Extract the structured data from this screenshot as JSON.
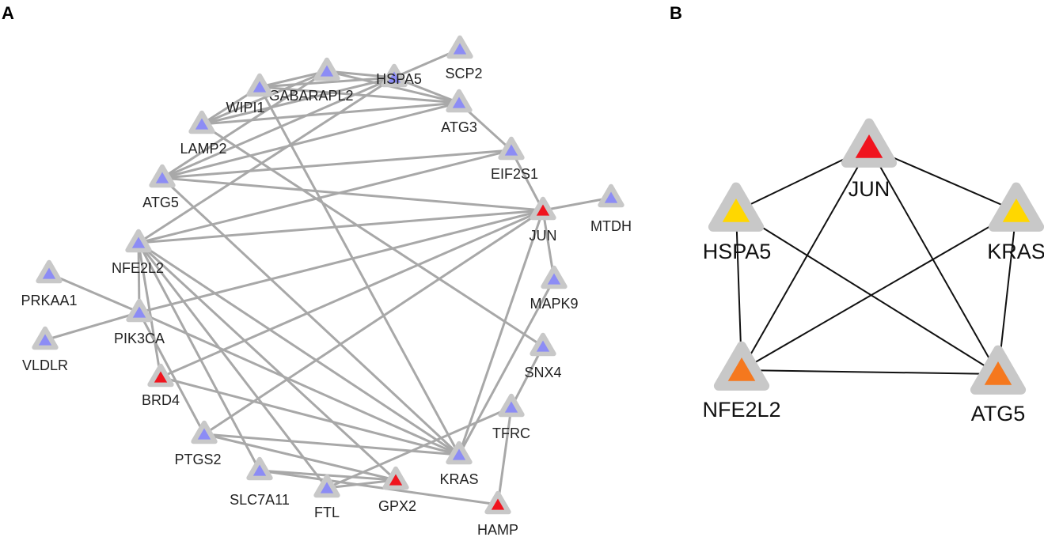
{
  "panels": {
    "a": {
      "letter": "A"
    },
    "b": {
      "letter": "B"
    }
  },
  "colors": {
    "node_outline": "#c8c8c8",
    "default": "#8c8cf5",
    "red": "#f0141e",
    "orange": "#f5781e",
    "yellow": "#ffd700",
    "edge_a": "#a8a8a8",
    "edge_b": "#111111"
  },
  "network_a": {
    "nodes": [
      {
        "id": "SCP2",
        "label": "SCP2",
        "color": "default"
      },
      {
        "id": "GABARAPL2",
        "label": "GABARAPL2",
        "color": "default"
      },
      {
        "id": "HSPA5",
        "label": "HSPA5",
        "color": "default"
      },
      {
        "id": "WIPI1",
        "label": "WIPI1",
        "color": "default"
      },
      {
        "id": "ATG3",
        "label": "ATG3",
        "color": "default"
      },
      {
        "id": "LAMP2",
        "label": "LAMP2",
        "color": "default"
      },
      {
        "id": "EIF2S1",
        "label": "EIF2S1",
        "color": "default"
      },
      {
        "id": "ATG5",
        "label": "ATG5",
        "color": "default"
      },
      {
        "id": "JUN",
        "label": "JUN",
        "color": "red"
      },
      {
        "id": "MTDH",
        "label": "MTDH",
        "color": "default"
      },
      {
        "id": "NFE2L2",
        "label": "NFE2L2",
        "color": "default"
      },
      {
        "id": "PRKAA1",
        "label": "PRKAA1",
        "color": "default"
      },
      {
        "id": "MAPK9",
        "label": "MAPK9",
        "color": "default"
      },
      {
        "id": "PIK3CA",
        "label": "PIK3CA",
        "color": "default"
      },
      {
        "id": "VLDLR",
        "label": "VLDLR",
        "color": "default"
      },
      {
        "id": "SNX4",
        "label": "SNX4",
        "color": "default"
      },
      {
        "id": "BRD4",
        "label": "BRD4",
        "color": "red"
      },
      {
        "id": "TFRC",
        "label": "TFRC",
        "color": "default"
      },
      {
        "id": "PTGS2",
        "label": "PTGS2",
        "color": "default"
      },
      {
        "id": "KRAS",
        "label": "KRAS",
        "color": "default"
      },
      {
        "id": "SLC7A11",
        "label": "SLC7A11",
        "color": "default"
      },
      {
        "id": "GPX2",
        "label": "GPX2",
        "color": "red"
      },
      {
        "id": "FTL",
        "label": "FTL",
        "color": "default"
      },
      {
        "id": "HAMP",
        "label": "HAMP",
        "color": "red"
      }
    ],
    "edges": [
      [
        "WIPI1",
        "GABARAPL2"
      ],
      [
        "WIPI1",
        "HSPA5"
      ],
      [
        "WIPI1",
        "ATG3"
      ],
      [
        "WIPI1",
        "KRAS"
      ],
      [
        "GABARAPL2",
        "HSPA5"
      ],
      [
        "GABARAPL2",
        "LAMP2"
      ],
      [
        "GABARAPL2",
        "ATG3"
      ],
      [
        "HSPA5",
        "SCP2"
      ],
      [
        "HSPA5",
        "ATG3"
      ],
      [
        "HSPA5",
        "LAMP2"
      ],
      [
        "HSPA5",
        "ATG5"
      ],
      [
        "HSPA5",
        "NFE2L2"
      ],
      [
        "LAMP2",
        "WIPI1"
      ],
      [
        "LAMP2",
        "ATG3"
      ],
      [
        "LAMP2",
        "SNX4"
      ],
      [
        "ATG3",
        "EIF2S1"
      ],
      [
        "ATG3",
        "ATG5"
      ],
      [
        "EIF2S1",
        "JUN"
      ],
      [
        "EIF2S1",
        "ATG5"
      ],
      [
        "EIF2S1",
        "NFE2L2"
      ],
      [
        "ATG5",
        "JUN"
      ],
      [
        "ATG5",
        "GABARAPL2"
      ],
      [
        "ATG5",
        "KRAS"
      ],
      [
        "JUN",
        "MTDH"
      ],
      [
        "JUN",
        "NFE2L2"
      ],
      [
        "JUN",
        "PIK3CA"
      ],
      [
        "JUN",
        "BRD4"
      ],
      [
        "JUN",
        "PTGS2"
      ],
      [
        "JUN",
        "KRAS"
      ],
      [
        "JUN",
        "MAPK9"
      ],
      [
        "NFE2L2",
        "PIK3CA"
      ],
      [
        "NFE2L2",
        "KRAS"
      ],
      [
        "NFE2L2",
        "SLC7A11"
      ],
      [
        "NFE2L2",
        "GPX2"
      ],
      [
        "NFE2L2",
        "FTL"
      ],
      [
        "NFE2L2",
        "BRD4"
      ],
      [
        "PRKAA1",
        "PIK3CA"
      ],
      [
        "VLDLR",
        "PIK3CA"
      ],
      [
        "PIK3CA",
        "KRAS"
      ],
      [
        "PIK3CA",
        "PTGS2"
      ],
      [
        "MAPK9",
        "KRAS"
      ],
      [
        "SNX4",
        "TFRC"
      ],
      [
        "BRD4",
        "KRAS"
      ],
      [
        "TFRC",
        "FTL"
      ],
      [
        "TFRC",
        "HAMP"
      ],
      [
        "PTGS2",
        "KRAS"
      ],
      [
        "PTGS2",
        "GPX2"
      ],
      [
        "SLC7A11",
        "GPX2"
      ],
      [
        "SLC7A11",
        "HAMP"
      ],
      [
        "FTL",
        "GPX2"
      ]
    ]
  },
  "network_b": {
    "nodes": [
      {
        "id": "JUN",
        "label": "JUN",
        "color": "red"
      },
      {
        "id": "HSPA5",
        "label": "HSPA5",
        "color": "yellow"
      },
      {
        "id": "KRAS",
        "label": "KRAS",
        "color": "yellow"
      },
      {
        "id": "NFE2L2",
        "label": "NFE2L2",
        "color": "orange"
      },
      {
        "id": "ATG5",
        "label": "ATG5",
        "color": "orange"
      }
    ],
    "edges": [
      [
        "JUN",
        "HSPA5"
      ],
      [
        "JUN",
        "KRAS"
      ],
      [
        "JUN",
        "NFE2L2"
      ],
      [
        "JUN",
        "ATG5"
      ],
      [
        "HSPA5",
        "NFE2L2"
      ],
      [
        "HSPA5",
        "ATG5"
      ],
      [
        "KRAS",
        "NFE2L2"
      ],
      [
        "KRAS",
        "ATG5"
      ],
      [
        "NFE2L2",
        "ATG5"
      ]
    ]
  }
}
